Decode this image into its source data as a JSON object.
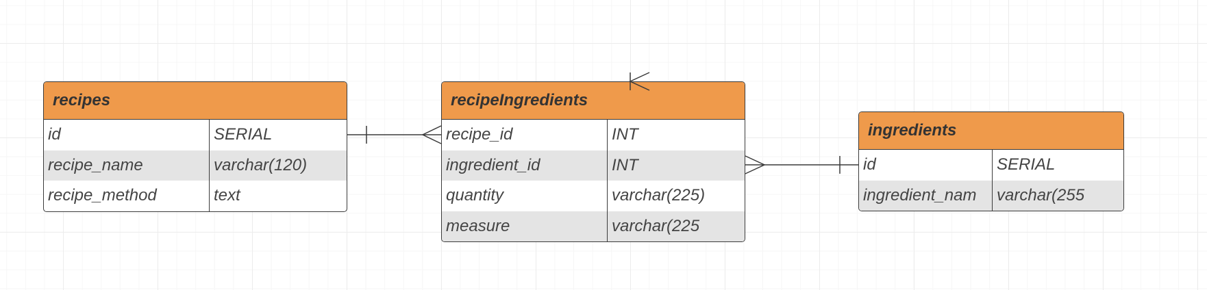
{
  "tables": {
    "recipes": {
      "title": "recipes",
      "rows": [
        {
          "name": "id",
          "type": "SERIAL"
        },
        {
          "name": "recipe_name",
          "type": "varchar(120)"
        },
        {
          "name": "recipe_method",
          "type": "text"
        }
      ]
    },
    "recipeIngredients": {
      "title": "recipeIngredients",
      "rows": [
        {
          "name": "recipe_id",
          "type": "INT"
        },
        {
          "name": "ingredient_id",
          "type": "INT"
        },
        {
          "name": "quantity",
          "type": "varchar(225)"
        },
        {
          "name": "measure",
          "type": "varchar(225"
        }
      ]
    },
    "ingredients": {
      "title": "ingredients",
      "rows": [
        {
          "name": "id",
          "type": "SERIAL"
        },
        {
          "name": "ingredient_nam",
          "type": "varchar(255"
        }
      ]
    }
  },
  "relationships": [
    {
      "from": "recipes.id",
      "to": "recipeIngredients.recipe_id",
      "from_end": "one",
      "to_end": "many"
    },
    {
      "from": "recipeIngredients.ingredient_id",
      "to": "ingredients.id",
      "from_end": "many",
      "to_end": "one"
    }
  ],
  "colors": {
    "header": "#ef9a4b",
    "border": "#3a3a3a",
    "shaded_row": "#e4e4e4",
    "grid": "#ececec"
  }
}
